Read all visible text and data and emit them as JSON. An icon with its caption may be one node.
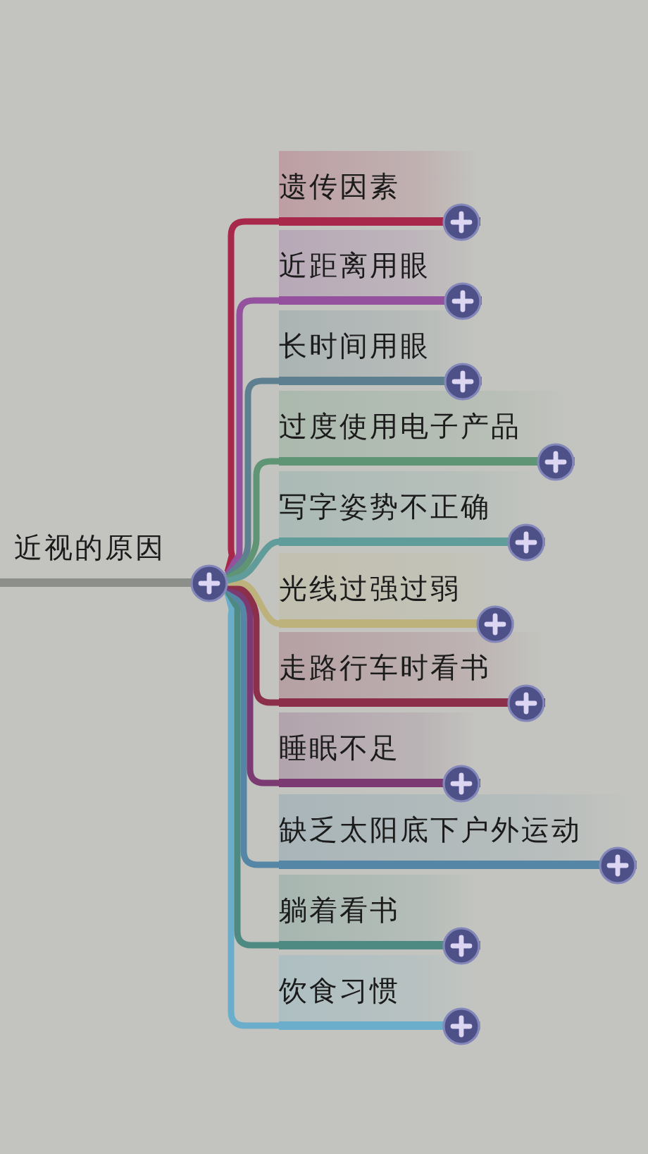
{
  "diagram": {
    "nodes": [
      {
        "text": [
          "近视的原因"
        ]
      },
      {
        "text": [
          "遗传因素"
        ]
      },
      {
        "text": [
          "近距离用眼"
        ]
      },
      {
        "text": [
          "长时间用眼"
        ]
      },
      {
        "text": [
          "过度使用电子产品"
        ]
      },
      {
        "text": [
          "写字姿势不正确"
        ]
      },
      {
        "text": [
          "光线过强过弱"
        ]
      },
      {
        "text": [
          "走路行车时看书"
        ]
      },
      {
        "text": [
          "睡眠不足"
        ]
      },
      {
        "text": [
          "缺乏太阳底下户外运动"
        ]
      },
      {
        "text": [
          "躺着看书"
        ]
      },
      {
        "text": [
          "饮食习惯"
        ]
      }
    ],
    "edges": [
      {
        "from": 0,
        "to": 1,
        "arrow": "none",
        "color": "#a8284c"
      },
      {
        "from": 0,
        "to": 2,
        "arrow": "none",
        "color": "#93519e"
      },
      {
        "from": 0,
        "to": 3,
        "arrow": "none",
        "color": "#5e7f8f"
      },
      {
        "from": 0,
        "to": 4,
        "arrow": "none",
        "color": "#5f9574"
      },
      {
        "from": 0,
        "to": 5,
        "arrow": "none",
        "color": "#5f9c9a"
      },
      {
        "from": 0,
        "to": 6,
        "arrow": "none",
        "color": "#bdb27c"
      },
      {
        "from": 0,
        "to": 7,
        "arrow": "none",
        "color": "#8c2f4b"
      },
      {
        "from": 0,
        "to": 8,
        "arrow": "none",
        "color": "#7b3b72"
      },
      {
        "from": 0,
        "to": 9,
        "arrow": "none",
        "color": "#5686a6"
      },
      {
        "from": 0,
        "to": 10,
        "arrow": "none",
        "color": "#4f8a82"
      },
      {
        "from": 0,
        "to": 11,
        "arrow": "none",
        "color": "#6aaecb"
      }
    ]
  }
}
